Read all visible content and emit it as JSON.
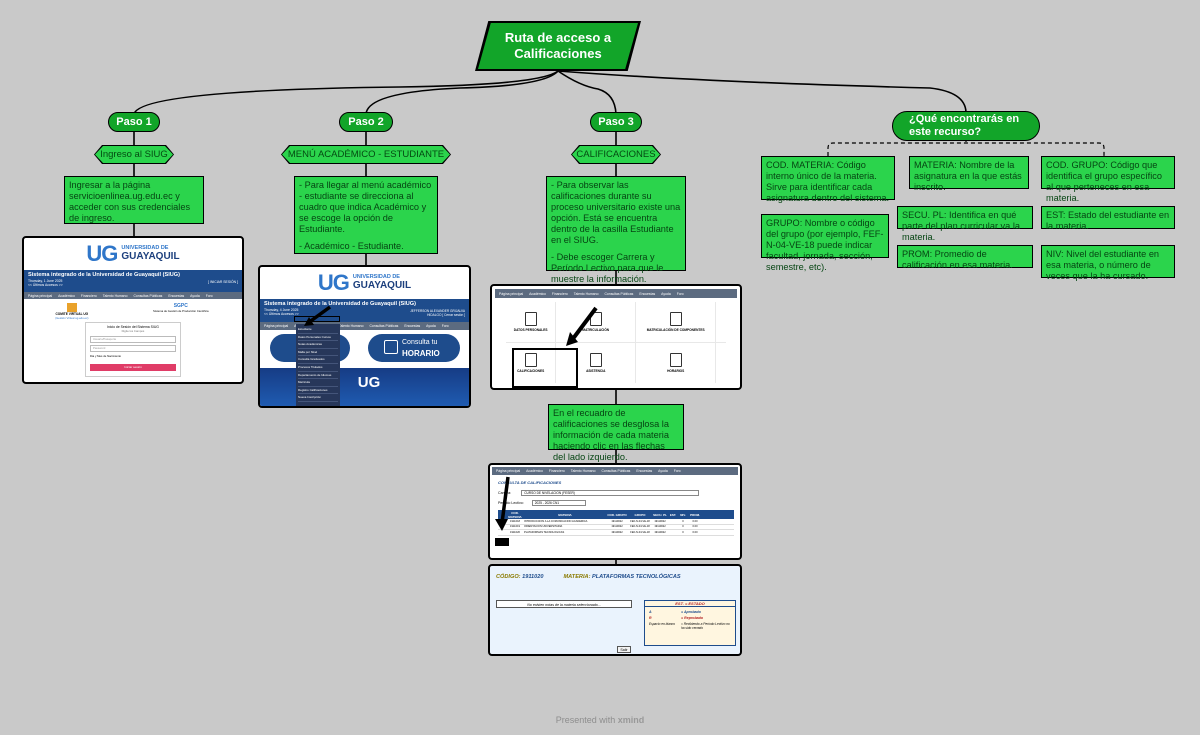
{
  "root": {
    "title": "Ruta de acceso a Calificaciones"
  },
  "branches": [
    {
      "label": "Paso 1"
    },
    {
      "label": "Paso 2"
    },
    {
      "label": "Paso 3"
    },
    {
      "label": "¿Qué encontrarás en este recurso?"
    }
  ],
  "paso1": {
    "tag": "Ingreso al SIUG",
    "note": "Ingresar a la página servicioenlinea.ug.edu.ec y acceder con sus credenciales de ingreso."
  },
  "paso2": {
    "tag": "MENÚ ACADÉMICO - ESTUDIANTE",
    "note1": "- Para llegar al menú académico - estudiante se direcciona al cuadro que indica Académico y se escoge la opción de Estudiante.",
    "note2": "- Académico - Estudiante."
  },
  "paso3": {
    "tag": "CALIFICACIONES",
    "note1": "- Para observar las calificaciones durante su proceso universitario existe una opción. Está se encuentra dentro de la casilla Estudiante en el SIUG.",
    "note2": "- Debe escoger Carrera y Período Lectivo para que le muestre la información.",
    "note3": "En el recuadro de calificaciones se desglosa la información de cada materia haciendo clic en las flechas del lado izquierdo."
  },
  "recurso": {
    "items": [
      "COD. MATERIA: Código interno único de la materia. Sirve para identificar cada asignatura dentro del sistema.",
      "MATERIA: Nombre de la asignatura en la que estás inscrito.",
      "COD. GRUPO: Código que identifica el grupo específico al que perteneces en esa materia.",
      "GRUPO: Nombre o código del grupo (por ejemplo, FEF-N-04-VE-18 puede indicar facultad, jornada, sección, semestre, etc).",
      "SECU. PL: Identifica en qué parte del plan curricular va la materia.",
      "EST: Estado del estudiante en la materia.",
      "PROM: Promedio de calificación en esa materia.",
      "NIV: Nivel del estudiante en esa materia, o número de veces que la ha cursado."
    ]
  },
  "screens": {
    "ug_small": "UNIVERSIDAD DE",
    "ug_big": "GUAYAQUIL",
    "siug_title_1": "Sistema integrado de la Universidad de Guayaquil (SIUG)",
    "siug_title_2": "Sistema integrado de la Universidad de Guayaquil (SIUG)",
    "date_1": "Thursday, 1 June 2025",
    "date_2": "Thursday, 4 June 2025",
    "ultimos": "<< Últimos Accesos >>",
    "iniciar": "[ INICIAR SESIÓN ]",
    "student": "JEFFERSON ALEXANDER GRIJALVA",
    "student_sub": "HIDALGO [ Cerrar sesión ]",
    "menu": [
      "Página principal",
      "Académico",
      "Financiero",
      "Talento Humano",
      "Consultas Públicas",
      "Encuestas",
      "Ayuda",
      "Foro"
    ],
    "login_title": "Inicio de Sesión del Sistema SIUG",
    "login_sub": "Digite los Campos",
    "login_user": "Usuario/Pasaporte",
    "login_pass": "Password",
    "login_captcha": "Dia y Mes de Nacimiento",
    "login_btn": "Iniciar sesión",
    "left_card": "COMITE VIRTUAL UG",
    "left_card_sub": "(Gestión Virtual ug.edu.ec)",
    "right_card": "SGPC",
    "right_card_sub": "Sistema de Gestión de Producción Científica",
    "consulta": "Consulta tu",
    "horario": "HORARIO",
    "registro": "stro",
    "registro2": "LA",
    "dropdown": [
      "Estudiante",
      "Datos Personales Cursos",
      "Notas Académicas",
      "Malla por Nivel",
      "Consulta Graduados",
      "Procesos Titulados",
      "Departamento de Idiomas",
      "Matrícula",
      "Registro Calificaciones",
      "Nueva Inscripción"
    ],
    "tiles": [
      "DATOS PERSONALES",
      "MATRICULACIÓN",
      "MATRICULACIÓN DE COMPONENTES",
      "CALIFICACIONES",
      "ASISTENCIA",
      "HORARIOS"
    ],
    "consulta_title": "CONSULTA DE CALIFICACIONES",
    "carrera_label": "Carrera:",
    "carrera_value": "CURSO DE NIVELACION (FESER)",
    "periodo_label": "Periodo Lectivo:",
    "periodo_value": "2025 - 2026 CN1",
    "grade_cols": [
      "COD. MATERIA",
      "MATERIA",
      "COD. GRUPO",
      "GRUPO",
      "SECU. PL",
      "EST.",
      "NIV.",
      "PROM."
    ],
    "grade_rows": [
      [
        "1911018",
        "INTRODUCCIÓN A LA COMUNICACIÓN ACADÉMICA",
        "19110022",
        "FEF-N-04-VE-18",
        "19110022",
        "",
        "0",
        "0.00"
      ],
      [
        "1911019",
        "ORIENTACIÓN UNIVERSITARIA",
        "19110022",
        "FEF-N-04-VE-18",
        "19110022",
        "",
        "0",
        "0.00"
      ],
      [
        "1911020",
        "PLATAFORMAS TECNOLÓGICAS",
        "19110022",
        "FEF-N-04-VE-18",
        "19110022",
        "",
        "0",
        "0.00"
      ]
    ],
    "detail_cod_label": "CÓDIGO:",
    "detail_cod": "1911020",
    "detail_mat_label": "MATERIA:",
    "detail_mat": "PLATAFORMAS TECNOLÓGICAS",
    "detail_nonotes": "No existen notas de la materia seleccionado...",
    "legend_title": "EST. = ESTADO",
    "legend_a": "A",
    "legend_a_text": "=  Aprobado",
    "legend_r": "R",
    "legend_r_text": "=  Reprobado",
    "legend_blank": "Espacio en blanco",
    "legend_blank_text": "=  Recibiendo a Período Lectivo no ha sido cerrado",
    "salir": "Salir"
  },
  "footer": {
    "prefix": "Presented with",
    "brand": "xmind"
  },
  "colors": {
    "node": "#12a529",
    "note": "#2bd44c",
    "background": "#c9c9c9"
  }
}
